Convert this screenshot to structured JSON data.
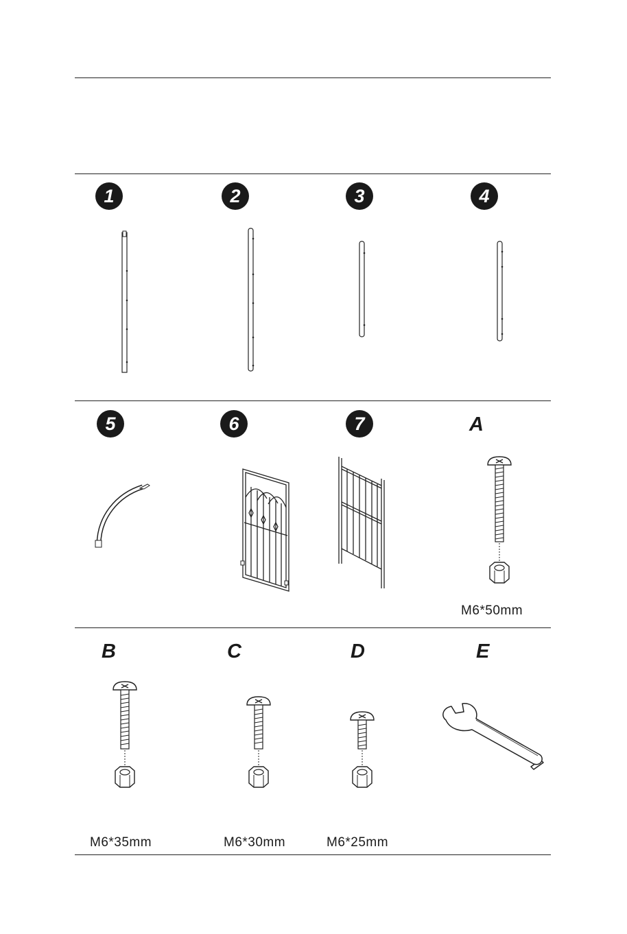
{
  "parts": [
    {
      "id": "1"
    },
    {
      "id": "2"
    },
    {
      "id": "3"
    },
    {
      "id": "4"
    },
    {
      "id": "5"
    },
    {
      "id": "6"
    },
    {
      "id": "7"
    }
  ],
  "hardware": [
    {
      "id": "A",
      "size": "M6*50mm"
    },
    {
      "id": "B",
      "size": "M6*35mm"
    },
    {
      "id": "C",
      "size": "M6*30mm"
    },
    {
      "id": "D",
      "size": "M6*25mm"
    },
    {
      "id": "E"
    }
  ]
}
